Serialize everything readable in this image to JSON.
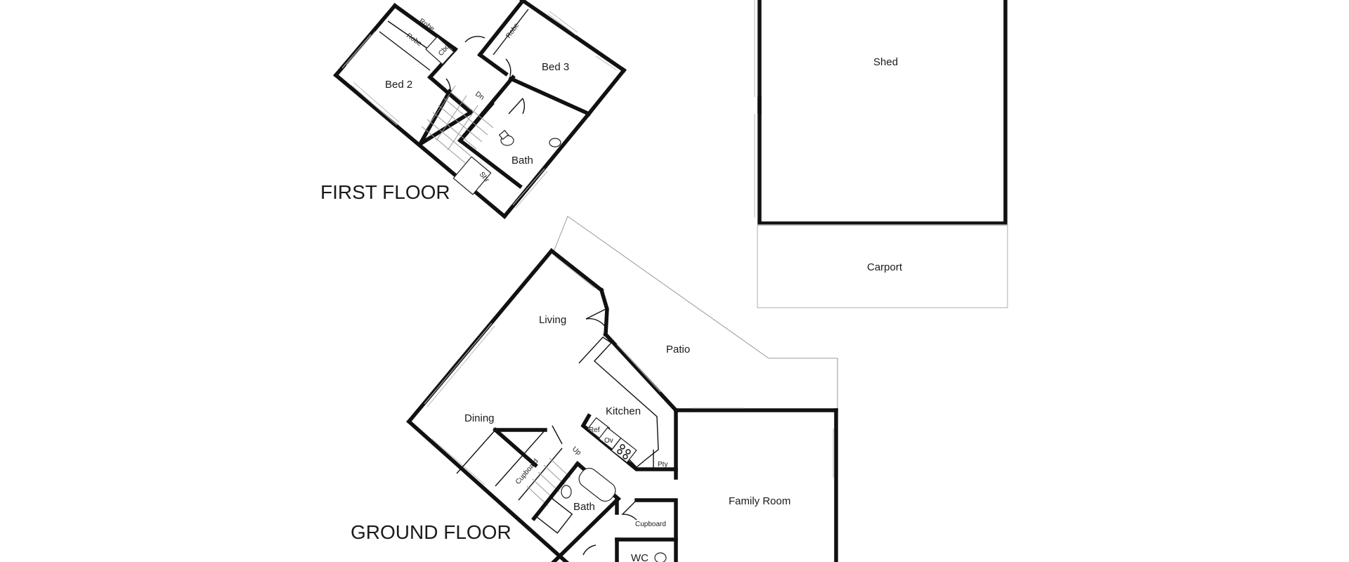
{
  "floors": {
    "first": {
      "title": "FIRST FLOOR"
    },
    "ground": {
      "title": "GROUND FLOOR"
    }
  },
  "rooms": {
    "bed2": "Bed 2",
    "bed3": "Bed 3",
    "bath_first": "Bath",
    "robe_a": "Robe",
    "robe_b": "Robe",
    "robe_c": "Robe",
    "cbd": "Cbd",
    "dn": "Dn",
    "shr": "Shr",
    "shed": "Shed",
    "carport": "Carport",
    "living": "Living",
    "patio": "Patio",
    "dining": "Dining",
    "kitchen": "Kitchen",
    "ref": "Ref",
    "ov": "Ov",
    "pty": "Pty",
    "up": "Up",
    "cupboard_stair": "Cupboard",
    "bath_ground": "Bath",
    "cupboard_hall": "Cupboard",
    "wc": "WC",
    "family": "Family Room"
  }
}
